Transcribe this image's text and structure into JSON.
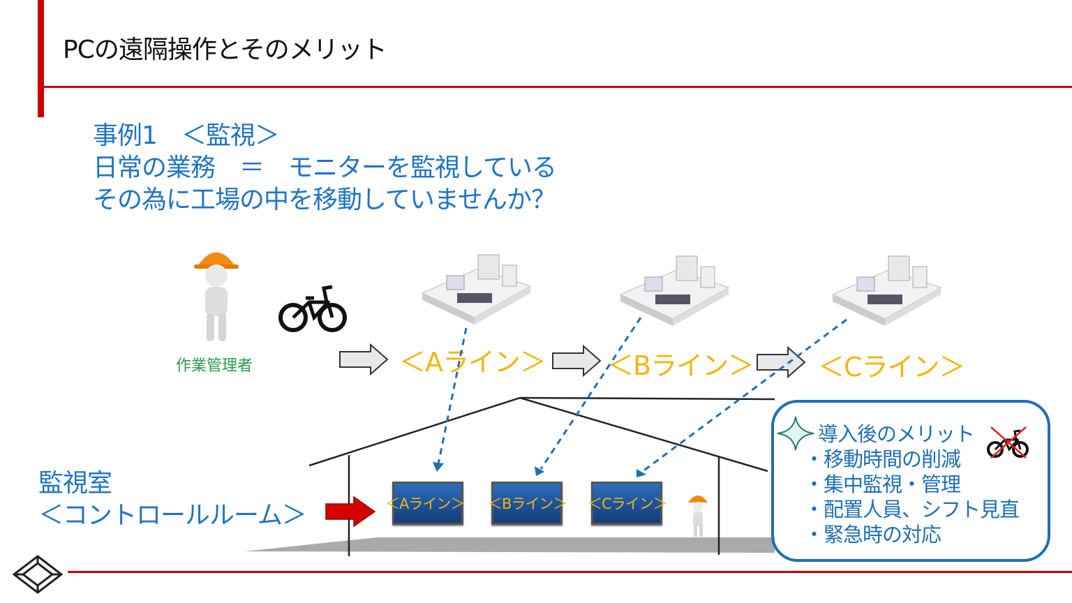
{
  "title": "PCの遠隔操作とそのメリット",
  "intro": {
    "line1": "事例1　＜監視＞",
    "line2": "日常の業務　＝　モニターを監視している",
    "line3": "その為に工場の中を移動していませんか？"
  },
  "worker_label": "作業管理者",
  "lines": [
    "＜Aライン＞",
    "＜Bライン＞",
    "＜Cライン＞"
  ],
  "monitors": [
    "＜Aライン＞",
    "＜Bライン＞",
    "＜Cライン＞"
  ],
  "control_room": {
    "line1": "監視室",
    "line2": "＜コントロールルーム＞"
  },
  "merits": {
    "heading": "導入後のメリット",
    "items": [
      "・移動時間の削減",
      "・集中監視・管理",
      "・配置人員、シフト見直",
      "・緊急時の対応"
    ]
  },
  "colors": {
    "accent_red": "#cc0000",
    "text_blue": "#1f74c6",
    "line_yellow": "#f3b60f",
    "label_green": "#2a9a4a"
  }
}
